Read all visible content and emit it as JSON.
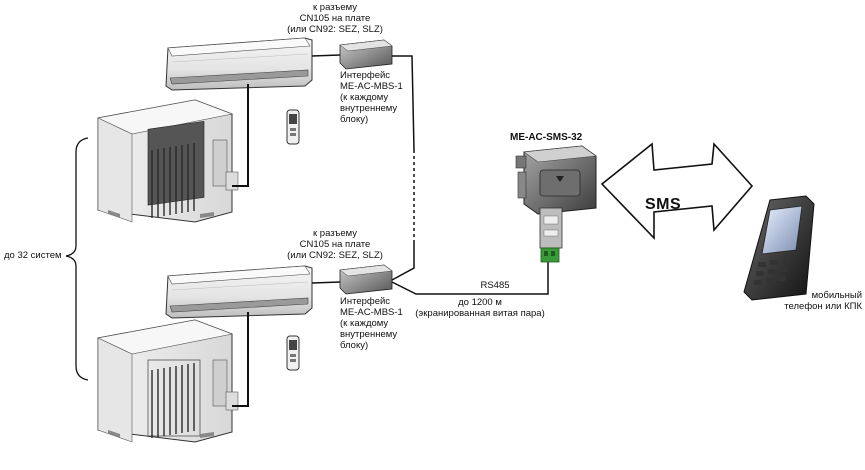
{
  "unit_top": {
    "connector_line1": "к разъему",
    "connector_line2": "CN105 на плате",
    "connector_line3": "(или CN92: SEZ, SLZ)",
    "interface_line1": "Интерфейс",
    "interface_model": "ME-AC-MBS-1",
    "interface_line3": "(к каждому",
    "interface_line4": "внутреннему",
    "interface_line5": "блоку)"
  },
  "unit_bottom": {
    "connector_line1": "к разъему",
    "connector_line2": "CN105 на плате",
    "connector_line3": "(или CN92: SEZ, SLZ)",
    "interface_line1": "Интерфейс",
    "interface_model": "ME-AC-MBS-1",
    "interface_line3": "(к каждому",
    "interface_line4": "внутреннему",
    "interface_line5": "блоку)"
  },
  "systems_count": "до 32 систем",
  "gateway_model": "ME-AC-SMS-32",
  "bus": {
    "protocol": "RS485",
    "distance": "до 1200 м",
    "cable": "(экранированная витая пара)"
  },
  "sms_label": "SMS",
  "phone": {
    "line1": "мобильный",
    "line2": "телефон или КПК"
  }
}
